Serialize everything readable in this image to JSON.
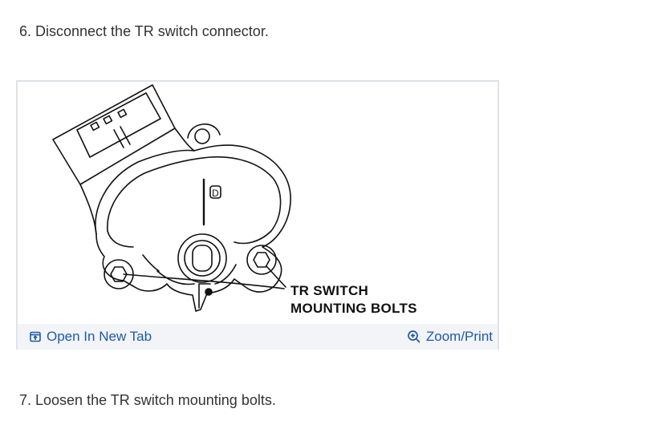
{
  "steps": {
    "step6": "6. Disconnect the TR switch connector.",
    "step7": "7. Loosen the TR switch mounting bolts."
  },
  "figure": {
    "callout_line1": "TR SWITCH",
    "callout_line2": "MOUNTING BOLTS",
    "range_letter": "D"
  },
  "toolbar": {
    "open_new_tab": "Open In New Tab",
    "zoom_print": "Zoom/Print",
    "link_color": "#1e5aa8"
  }
}
